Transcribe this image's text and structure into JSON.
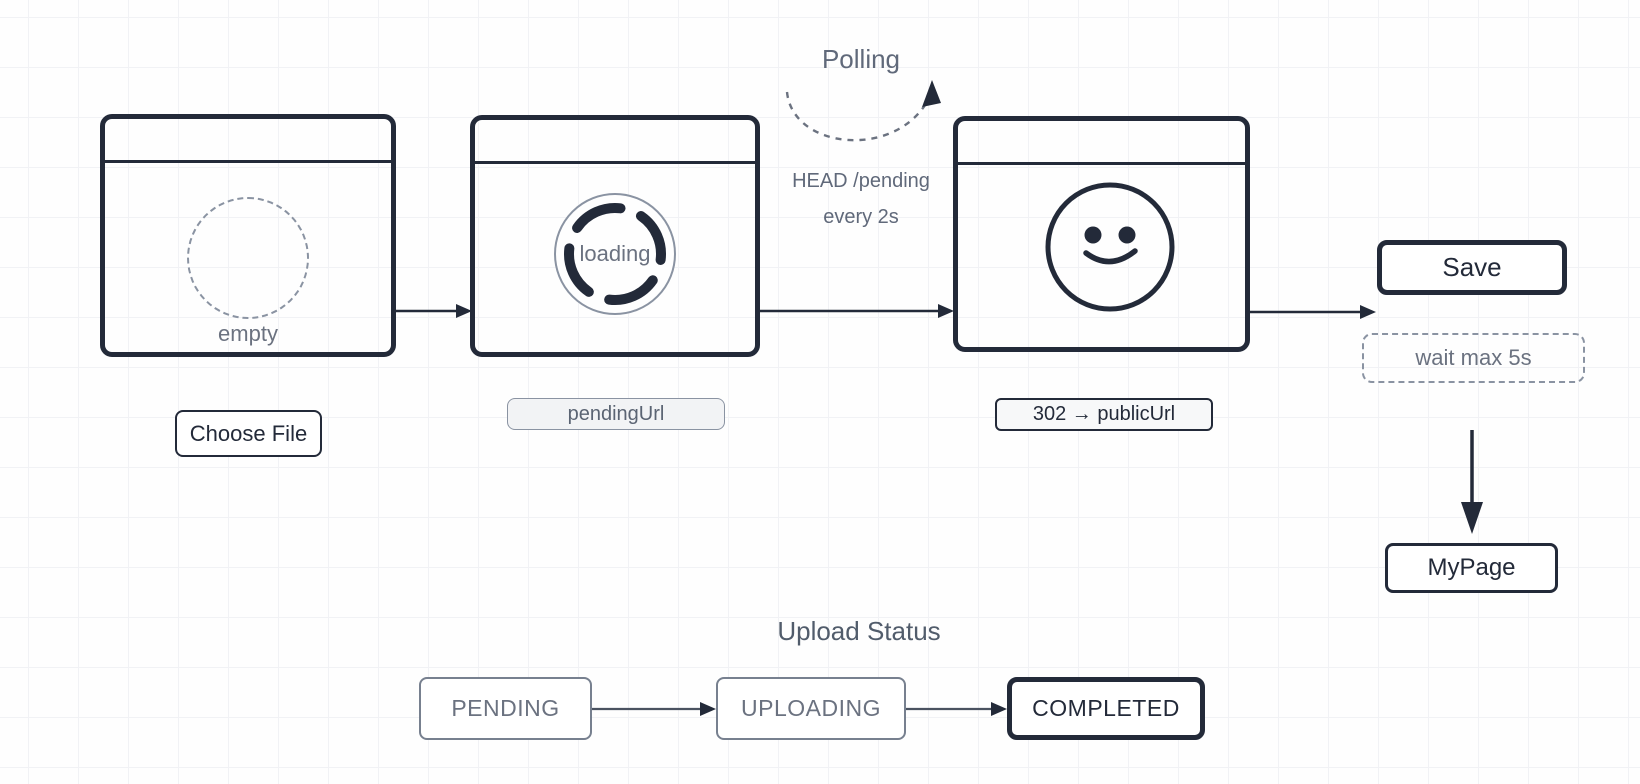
{
  "colors": {
    "dark": "#232a39",
    "gray_text": "#6b7280",
    "light_border": "#8a93a2",
    "tag_bg": "#f2f3f5",
    "grid_line": "#f1f2f5"
  },
  "flow": {
    "step1": {
      "placeholder": "empty",
      "caption": "Choose File"
    },
    "step2": {
      "spinner_label": "loading",
      "caption": "pendingUrl"
    },
    "polling": {
      "title": "Polling",
      "detail1": "HEAD /pending",
      "detail2": "every 2s"
    },
    "step3": {
      "caption": "302 → publicUrl"
    },
    "save": {
      "label": "Save",
      "note": "wait max 5s"
    },
    "mypage": {
      "label": "MyPage"
    }
  },
  "status": {
    "title": "Upload Status",
    "steps": [
      {
        "label": "PENDING",
        "final": false
      },
      {
        "label": "UPLOADING",
        "final": false
      },
      {
        "label": "COMPLETED",
        "final": true
      }
    ]
  }
}
